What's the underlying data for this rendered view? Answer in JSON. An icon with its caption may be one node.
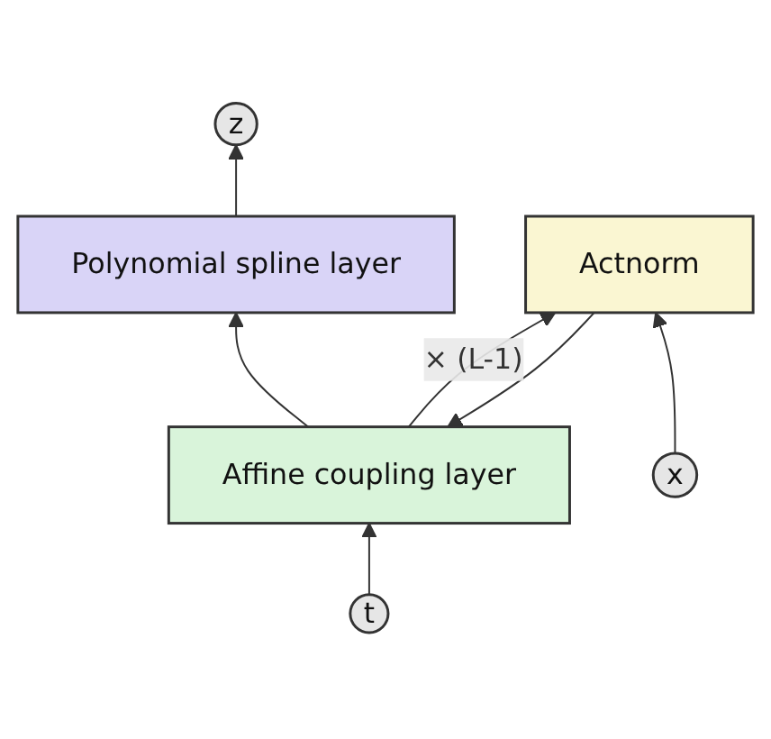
{
  "diagram": {
    "nodes": [
      {
        "text": [
          "z"
        ]
      },
      {
        "text": [
          "Polynomial spline layer"
        ]
      },
      {
        "text": [
          "t"
        ]
      },
      {
        "text": [
          "Affine coupling layer"
        ]
      },
      {
        "text": [
          "Actnorm"
        ]
      },
      {
        "text": [
          "x"
        ]
      }
    ],
    "edges": [
      {
        "from": 5,
        "to": 4,
        "arrow": "to"
      },
      {
        "from": 4,
        "to": 3,
        "arrow": "to"
      },
      {
        "from": 2,
        "to": 3,
        "arrow": "to"
      },
      {
        "from": 3,
        "to": 1,
        "arrow": "to"
      },
      {
        "from": 1,
        "to": 0,
        "arrow": "to"
      },
      {
        "from": 3,
        "to": 4,
        "arrow": "to",
        "label": "× (L-1)"
      }
    ]
  }
}
